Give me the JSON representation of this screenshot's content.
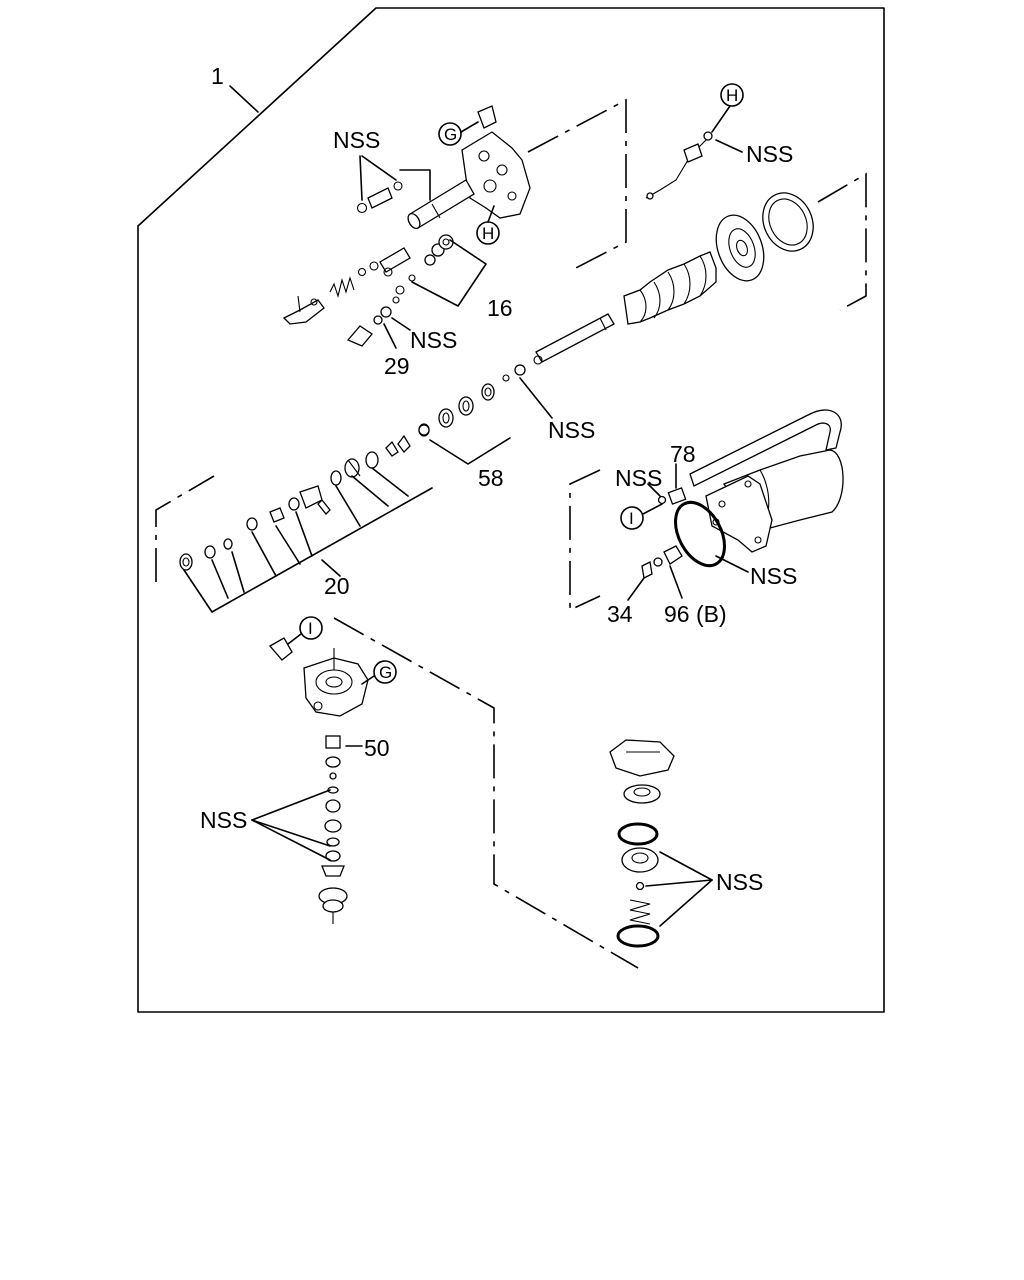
{
  "labels": {
    "assembly": "1",
    "nss": "NSS",
    "part16": "16",
    "part29": "29",
    "part58": "58",
    "part20": "20",
    "part78": "78",
    "part34": "34",
    "part96b": "96 (B)",
    "part50": "50"
  },
  "refs": {
    "g": "G",
    "h": "H",
    "i": "I"
  }
}
